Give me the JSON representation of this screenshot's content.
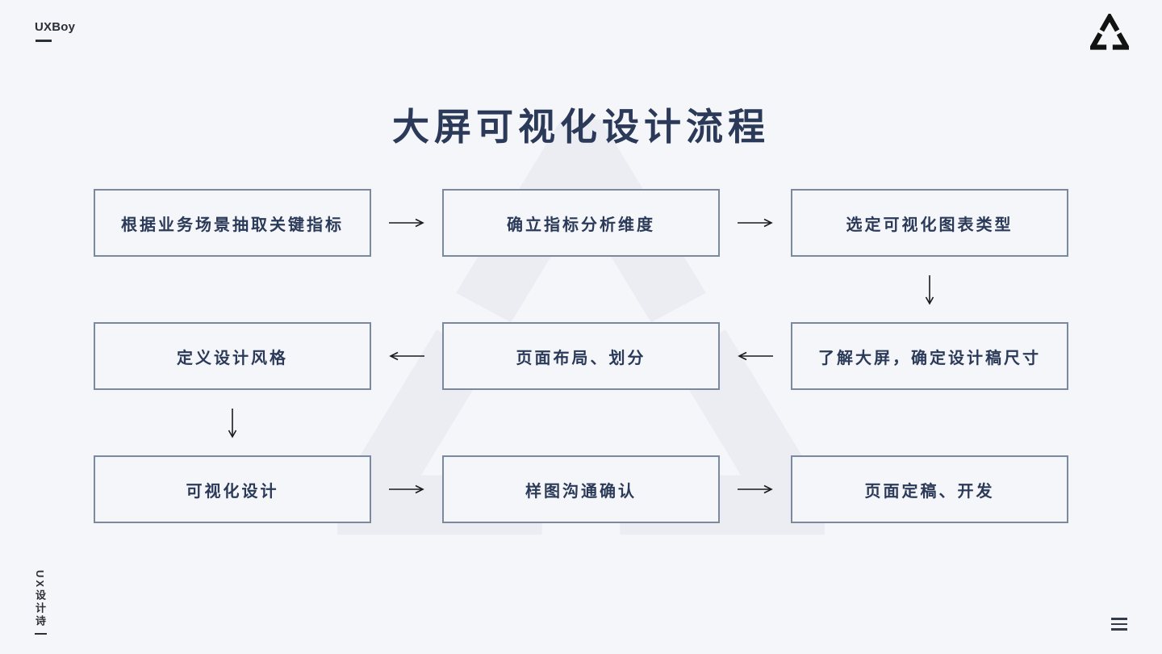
{
  "page": {
    "title": "大屏可视化设计流程",
    "background_color": "#f5f6fa"
  },
  "header": {
    "brand": "UXBoy"
  },
  "flow": {
    "rows": [
      {
        "direction": "right",
        "cells": [
          "根据业务场景抽取关键指标",
          "确立指标分析维度",
          "选定可视化图表类型"
        ]
      },
      {
        "direction": "left",
        "cells": [
          "定义设计风格",
          "页面布局、划分",
          "了解大屏，确定设计稿尺寸"
        ]
      },
      {
        "direction": "right",
        "cells": [
          "可视化设计",
          "样图沟通确认",
          "页面定稿、开发"
        ]
      }
    ],
    "connectors": [
      "down-from-选定可视化图表类型-to-了解大屏，确定设计稿尺寸",
      "down-from-定义设计风格-to-可视化设计"
    ]
  },
  "footer": {
    "side_text": "UX设计诗"
  },
  "icons": {
    "logo": "triangle-logo",
    "menu": "hamburger-menu",
    "arrows": [
      "arrow-right",
      "arrow-left",
      "arrow-down"
    ]
  },
  "colors": {
    "text": "#2b3a58",
    "box_border": "#7c889c",
    "arrow": "#1b1b1b",
    "watermark": "#ebedf3",
    "brand_text": "#2b2f36"
  }
}
